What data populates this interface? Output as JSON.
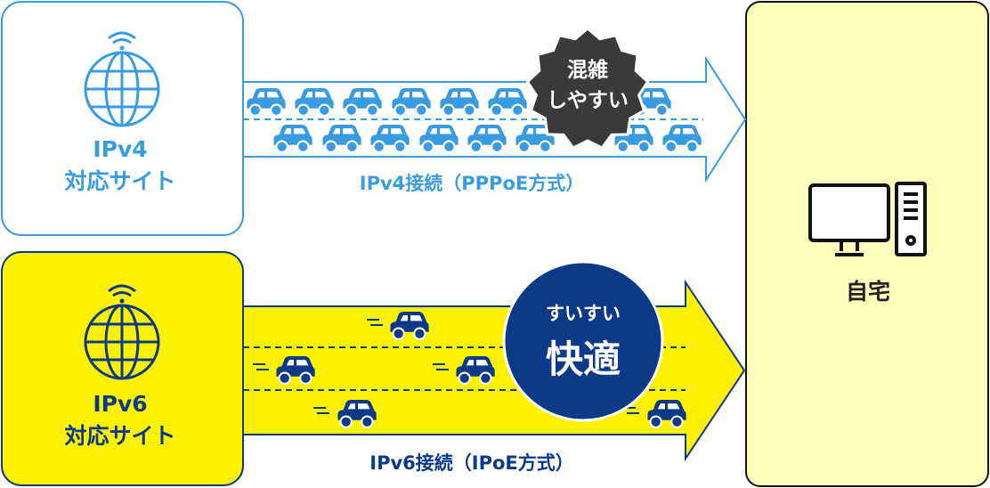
{
  "ipv4_site": {
    "line1": "IPv4",
    "line2": "対応サイト"
  },
  "ipv6_site": {
    "line1": "IPv6",
    "line2": "対応サイト"
  },
  "ipv4_connection": {
    "label": "IPv4接続（PPPoE方式）"
  },
  "ipv6_connection": {
    "label": "IPv6接続（IPoE方式）"
  },
  "congestion_badge": {
    "line1": "混雑",
    "line2": "しやすい"
  },
  "fast_badge": {
    "line1": "すいすい",
    "line2": "快適"
  },
  "home": {
    "label": "自宅"
  },
  "icons": [
    "globe-wifi-icon",
    "computer-icon",
    "car-icon"
  ],
  "colors": {
    "ipv4_blue": "#3a9be0",
    "ipv6_navy": "#0d3a86",
    "ipv6_yellow": "#fff200",
    "home_bg": "#fffcbc",
    "congestion_badge": "#3a3a3a"
  }
}
